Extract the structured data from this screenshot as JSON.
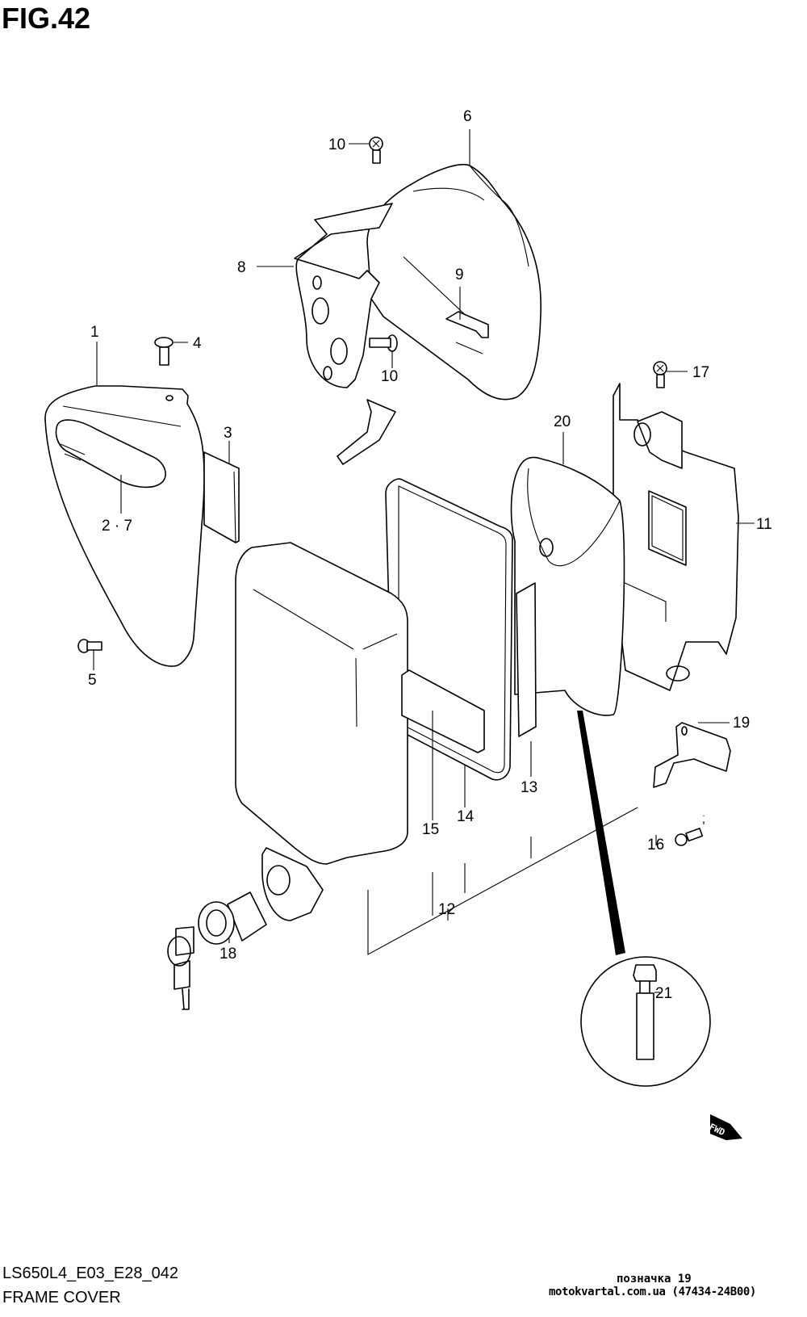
{
  "figure": {
    "title": "FIG.42",
    "model_code": "LS650L4_E03_E28_042",
    "section_name": "FRAME COVER",
    "direction_marker": "FWD"
  },
  "watermark": {
    "line1": "позначка 19",
    "line2": "motokvartal.com.ua (47434-24B00)"
  },
  "callouts": [
    {
      "ref": "1",
      "part": "frame cover (left)"
    },
    {
      "ref": "2 · 7",
      "part": "emblem"
    },
    {
      "ref": "3",
      "part": "cushion"
    },
    {
      "ref": "4",
      "part": "screw"
    },
    {
      "ref": "5",
      "part": "bolt"
    },
    {
      "ref": "6",
      "part": "frame cover (right)"
    },
    {
      "ref": "8",
      "part": "bracket"
    },
    {
      "ref": "9",
      "part": "clip"
    },
    {
      "ref": "10",
      "part": "screw (upper)"
    },
    {
      "ref": "10",
      "part": "screw (lower)"
    },
    {
      "ref": "11",
      "part": "bracket plate"
    },
    {
      "ref": "12",
      "part": "tool box assembly"
    },
    {
      "ref": "13",
      "part": "cushion"
    },
    {
      "ref": "14",
      "part": "seal"
    },
    {
      "ref": "15",
      "part": "cushion"
    },
    {
      "ref": "16",
      "part": "screw"
    },
    {
      "ref": "17",
      "part": "screw"
    },
    {
      "ref": "18",
      "part": "lock set with keys"
    },
    {
      "ref": "19",
      "part": "holder"
    },
    {
      "ref": "20",
      "part": "cover"
    },
    {
      "ref": "21",
      "part": "pin"
    }
  ]
}
